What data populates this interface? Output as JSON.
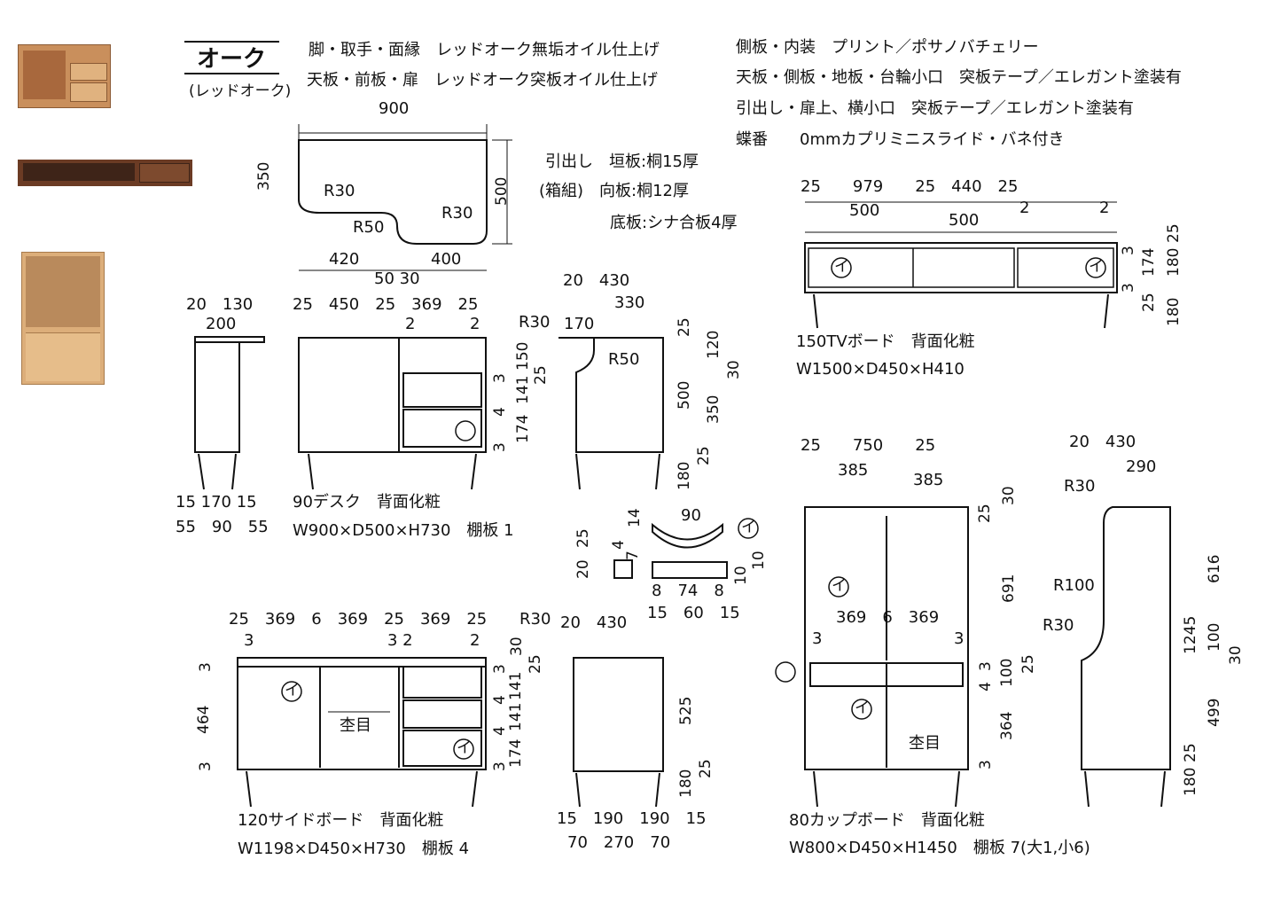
{
  "header": {
    "title": "オーク",
    "subtitle": "(レッドオーク)",
    "spec_left": [
      "脚・取手・面縁　レッドオーク無垢オイル仕上げ",
      "天板・前板・扉　レッドオーク突板オイル仕上げ"
    ],
    "spec_right": [
      "側板・内装　プリント／ポサノバチェリー",
      "天板・側板・地板・台輪小口　突板テープ／エレガント塗装有",
      "引出し・扉上、横小口　突板テープ／エレガント塗装有",
      "蝶番　　0mmカプリミニスライド・バネ付き"
    ],
    "drawer_spec": [
      "引出し　垣板:桐15厚",
      "(箱組)　向板:桐12厚",
      "底板:シナ合板4厚"
    ]
  },
  "desk": {
    "caption": "90デスク　背面化粧",
    "size": "W900×D500×H730　棚板 1",
    "top": [
      "900",
      "350",
      "500",
      "R30",
      "R50",
      "R30",
      "420",
      "400",
      "50 30"
    ],
    "side": [
      "20　130",
      "200",
      "15 170 15",
      "55　90　55"
    ],
    "front": [
      "25　450　25　369　25",
      "2",
      "2",
      "3",
      "4",
      "3",
      "150",
      "141",
      "174",
      "25"
    ],
    "profile": [
      "20　430",
      "R30",
      "170",
      "330",
      "R50",
      "25",
      "120",
      "30",
      "500",
      "350",
      "25",
      "180"
    ]
  },
  "handle": [
    "90",
    "14",
    "25",
    "4",
    "7",
    "20",
    "イ",
    "10",
    "10",
    "8　74　8",
    "15　60　15"
  ],
  "tv": {
    "caption": "150TVボード　背面化粧",
    "size": "W1500×D450×H410",
    "dims": [
      "25　　979　　25　440　25",
      "500",
      "500",
      "2",
      "2",
      "3",
      "174",
      "3",
      "25",
      "180",
      "25",
      "180",
      "イ",
      "イ"
    ]
  },
  "sideboard": {
    "caption": "120サイドボード　背面化粧",
    "size": "W1198×D450×H730　棚板 4",
    "dims": [
      "25　369　6　369　25　369　25",
      "3",
      "3 2",
      "2",
      "3",
      "464",
      "3",
      "杢目",
      "イ",
      "イ",
      "3",
      "4",
      "4",
      "3",
      "141",
      "141",
      "174"
    ],
    "profile": [
      "R30",
      "20　430",
      "30",
      "25",
      "525",
      "25",
      "180",
      "15　190　190　15",
      "70　270　70"
    ]
  },
  "cupboard": {
    "caption": "80カップボード　背面化粧",
    "size": "W800×D450×H1450　棚板 7(大1,小6)",
    "dims": [
      "25　　750　　25",
      "385",
      "385",
      "30",
      "25",
      "691",
      "369　6　369",
      "3",
      "3",
      "3",
      "4",
      "3",
      "100",
      "364",
      "25",
      "杢目",
      "イ",
      "イ"
    ],
    "profile": [
      "20　430",
      "290",
      "R30",
      "R100",
      "R30",
      "616",
      "1245",
      "100",
      "30",
      "499",
      "25",
      "180"
    ]
  },
  "colors": {
    "oak": "#c98f5c",
    "walnut": "#6b3b24",
    "light_oak": "#dcae7a"
  }
}
